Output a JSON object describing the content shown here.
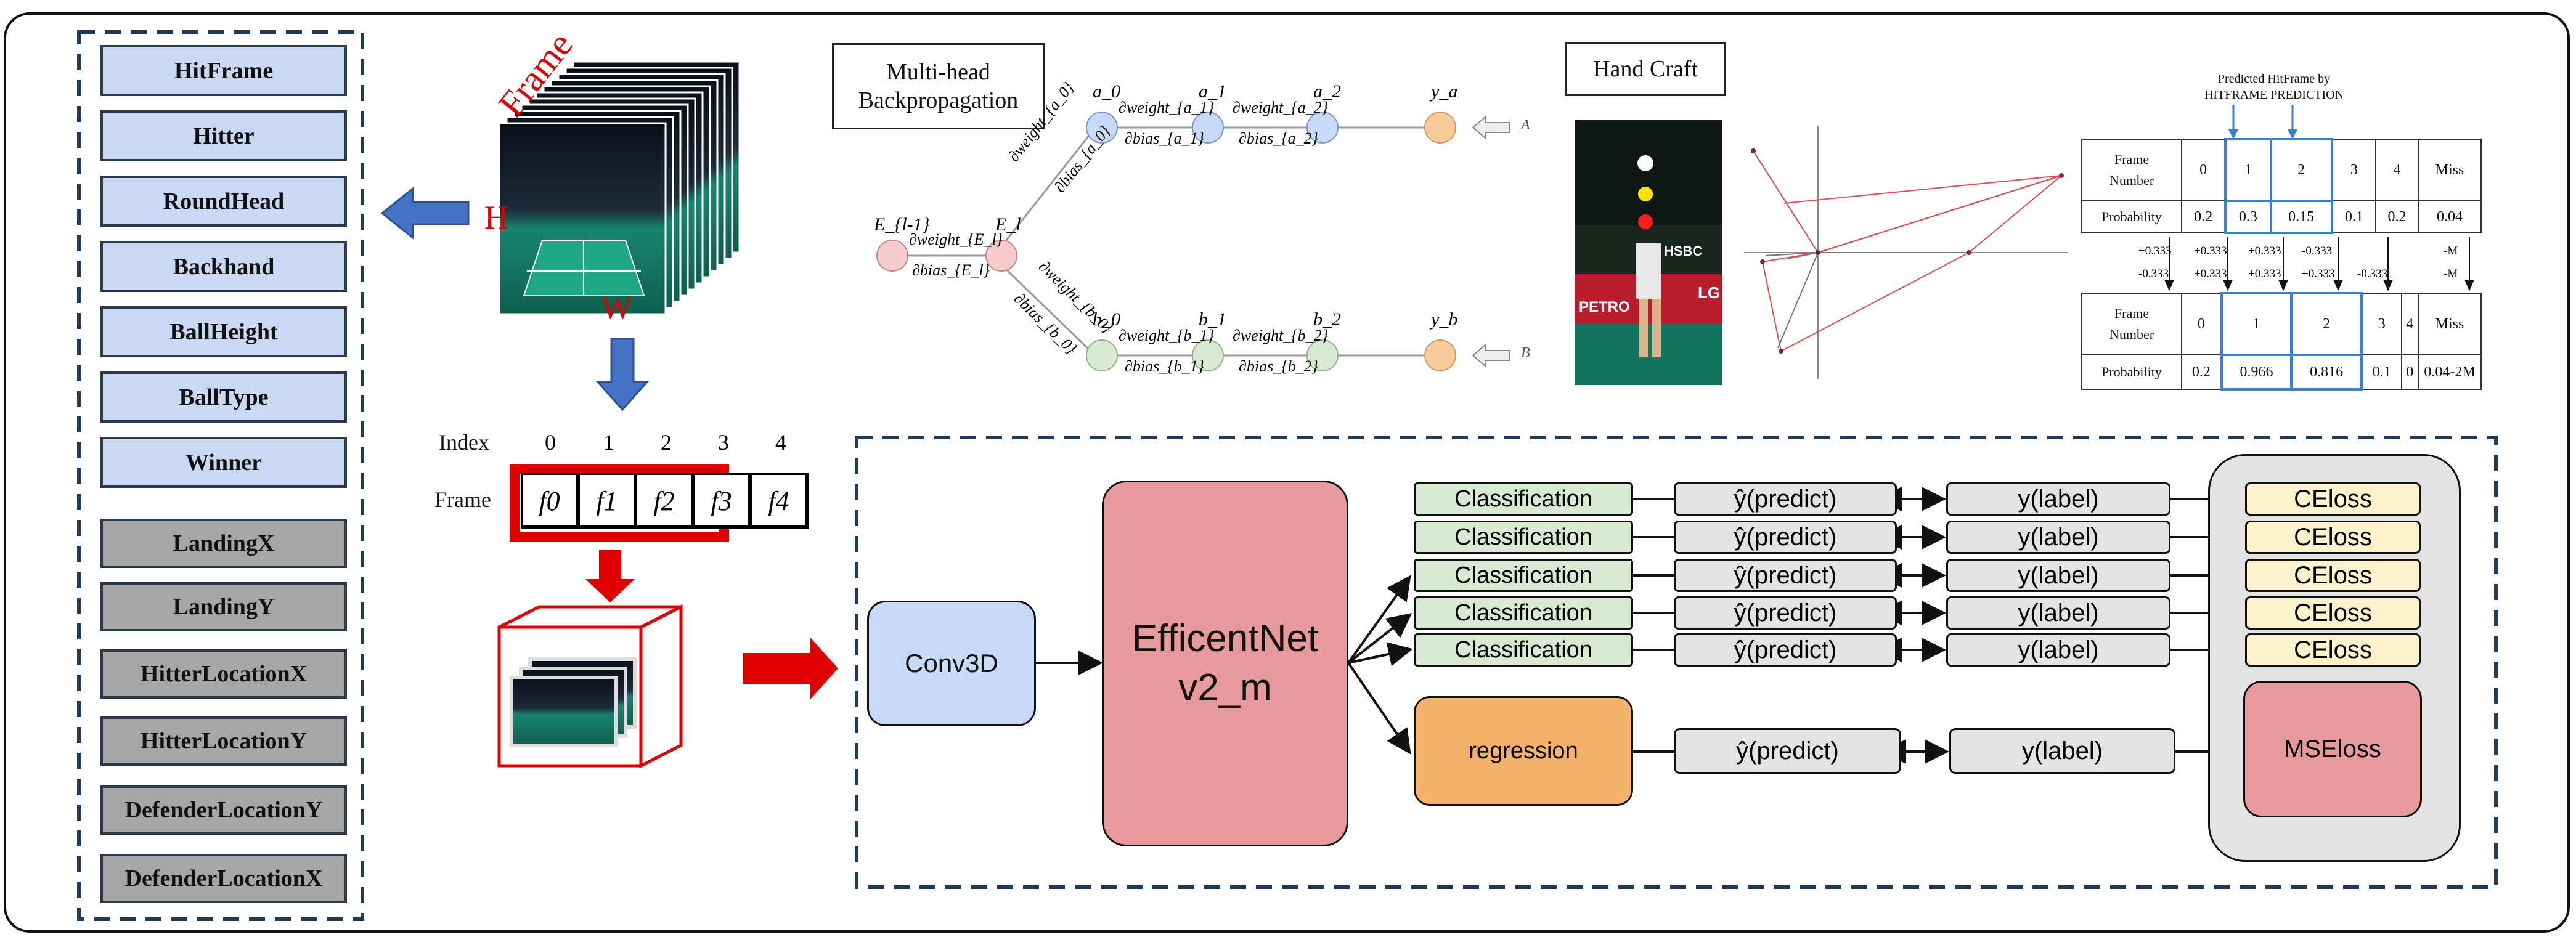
{
  "left_panel": {
    "blue_items": [
      "HitFrame",
      "Hitter",
      "RoundHead",
      "Backhand",
      "BallHeight",
      "BallType",
      "Winner"
    ],
    "gray_items": [
      "LandingX",
      "LandingY",
      "HitterLocationX",
      "HitterLocationY",
      "DefenderLocationY",
      "DefenderLocationX"
    ]
  },
  "frame_stack": {
    "frame_label": "Frame",
    "h_label": "H",
    "w_label": "W"
  },
  "index_row": {
    "index_label": "Index",
    "frame_label": "Frame",
    "indices": [
      "0",
      "1",
      "2",
      "3",
      "4"
    ],
    "frames": [
      "f0",
      "f1",
      "f2",
      "f3",
      "f4"
    ]
  },
  "backprop": {
    "title_line1": "Multi-head",
    "title_line2": "Backpropagation",
    "nodes": {
      "e_prev": "E_{l-1}",
      "e_l": "E_l",
      "a0": "a_0",
      "a1": "a_1",
      "a2": "a_2",
      "ya": "y_a",
      "b0": "b_0",
      "b1": "b_1",
      "b2": "b_2",
      "yb": "y_b"
    },
    "edge_labels": {
      "e_top": "∂weight_{E_l}",
      "e_bot": "∂bias_{E_l}",
      "ea_top": "∂weight_{a_0}",
      "ea_bot": "∂bias_{a_0}",
      "eb_top": "∂weight_{b_0}",
      "eb_bot": "∂bias_{b_0}",
      "a01_top": "∂weight_{a_1}",
      "a01_bot": "∂bias_{a_1}",
      "a12_top": "∂weight_{a_2}",
      "a12_bot": "∂bias_{a_2}",
      "b01_top": "∂weight_{b_1}",
      "b01_bot": "∂bias_{b_1}",
      "b12_top": "∂weight_{b_2}",
      "b12_bot": "∂bias_{b_2}"
    },
    "inputs": [
      "A",
      "B"
    ]
  },
  "hand_craft": {
    "title": "Hand Craft",
    "photo_texts": [
      "LG",
      "PETRO",
      "HSBC"
    ]
  },
  "prediction_table": {
    "caption_line1": "Predicted HitFrame by",
    "caption_line2": "HITFRAME PREDICTION",
    "row_header_1": [
      "Frame",
      "Number"
    ],
    "row_header_2": "Probability",
    "columns": [
      "0",
      "1",
      "2",
      "3",
      "4",
      "Miss"
    ],
    "probabilities_before": [
      "0.2",
      "0.3",
      "0.15",
      "0.1",
      "0.2",
      "0.04"
    ],
    "adjust_top": [
      "+0.333",
      "+0.333",
      "+0.333",
      "-0.333",
      "",
      "-M"
    ],
    "adjust_bottom": [
      "-0.333",
      "+0.333",
      "+0.333",
      "+0.333",
      "-0.333",
      "-M"
    ],
    "probabilities_after": [
      "0.2",
      "0.966",
      "0.816",
      "0.1",
      "0",
      "0.04-2M"
    ]
  },
  "pipeline": {
    "conv3d": "Conv3D",
    "backbone_line1": "EfficentNet",
    "backbone_line2": "v2_m",
    "classification": [
      "Classification",
      "Classification",
      "Classification",
      "Classification",
      "Classification"
    ],
    "regression": "regression",
    "predict": "ŷ(predict)",
    "label": "y(label)",
    "ce_loss": "CEloss",
    "mse_loss": "MSEloss"
  },
  "colors": {
    "blue_box": "#c9d9f4",
    "gray_box": "#a6a6a6",
    "arrow_blue": "#4472c4",
    "arrow_red": "#e00000",
    "backbone": "#e8999b",
    "classification": "#d9ead3",
    "regression": "#f6b26b",
    "ce_loss": "#fff2cc",
    "mse_loss": "#e8999b",
    "loss_panel": "#e3e3e3"
  }
}
